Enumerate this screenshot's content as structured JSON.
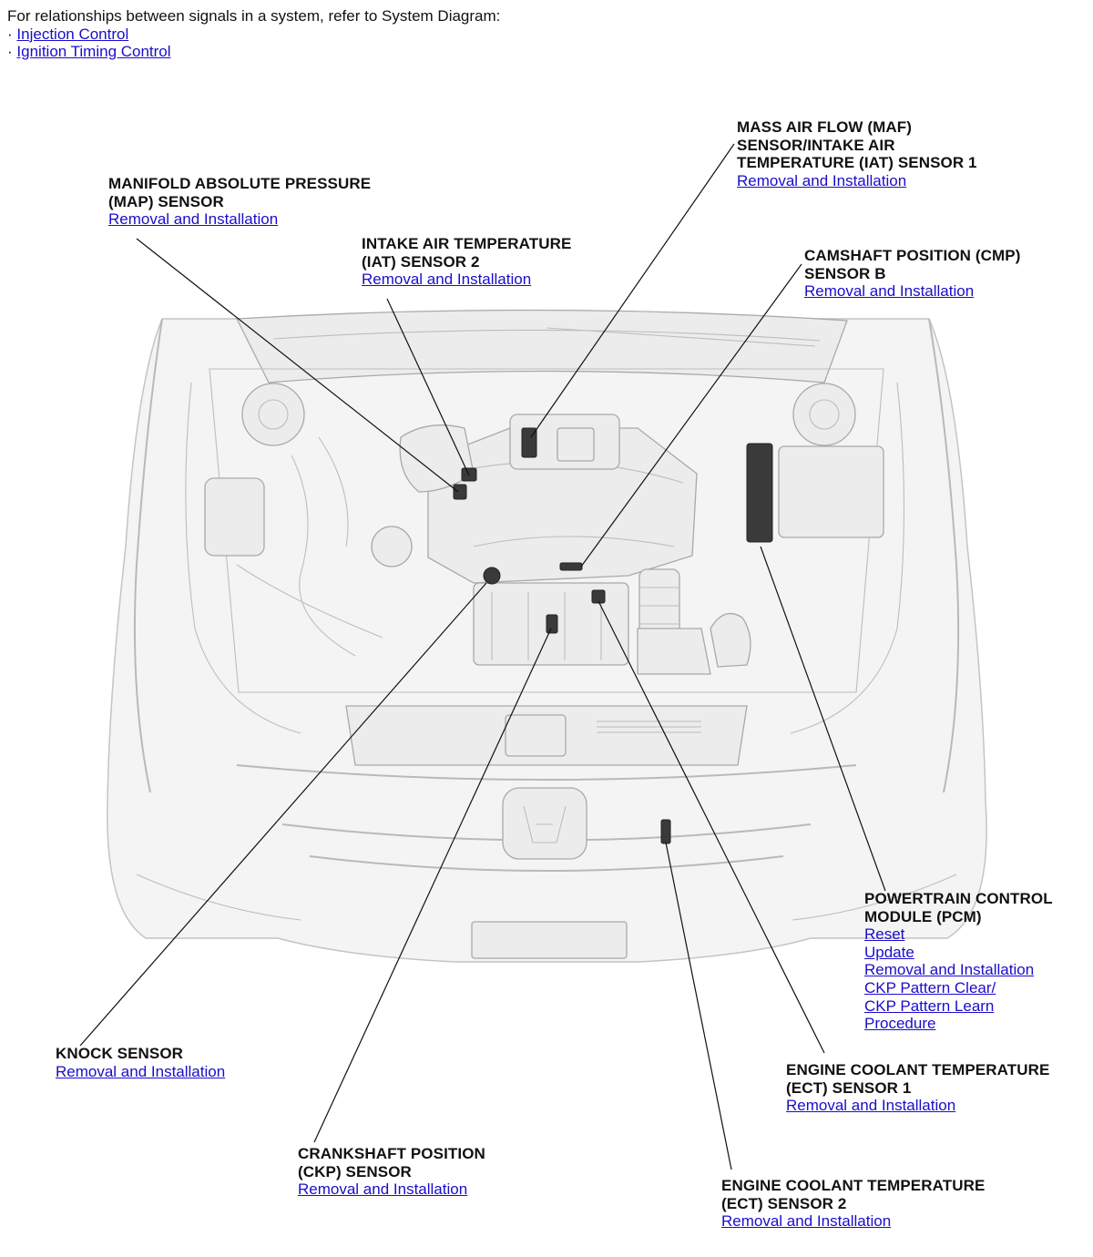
{
  "intro": {
    "text": "For relationships between signals in a system, refer to System Diagram:",
    "bullet": "·",
    "links": [
      "Injection Control",
      "Ignition Timing Control"
    ]
  },
  "callouts": {
    "map": {
      "title": [
        "MANIFOLD ABSOLUTE PRESSURE",
        "(MAP) SENSOR"
      ],
      "links": [
        "Removal and Installation"
      ]
    },
    "iat2": {
      "title": [
        "INTAKE AIR TEMPERATURE",
        "(IAT) SENSOR 2"
      ],
      "links": [
        "Removal and Installation"
      ]
    },
    "maf": {
      "title": [
        "MASS AIR FLOW (MAF)",
        "SENSOR/INTAKE AIR",
        "TEMPERATURE (IAT) SENSOR 1"
      ],
      "links": [
        "Removal and Installation"
      ]
    },
    "cmp": {
      "title": [
        "CAMSHAFT POSITION (CMP)",
        "SENSOR B"
      ],
      "links": [
        "Removal and Installation"
      ]
    },
    "pcm": {
      "title": [
        "POWERTRAIN CONTROL",
        "MODULE (PCM)"
      ],
      "links": [
        "Reset",
        "Update",
        "Removal and Installation",
        "CKP Pattern Clear/",
        "CKP Pattern Learn ",
        "Procedure"
      ]
    },
    "knock": {
      "title": [
        "KNOCK SENSOR"
      ],
      "links": [
        "Removal and Installation"
      ]
    },
    "ect1": {
      "title": [
        "ENGINE COOLANT TEMPERATURE",
        "(ECT) SENSOR 1"
      ],
      "links": [
        "Removal and Installation"
      ]
    },
    "ckp": {
      "title": [
        "CRANKSHAFT POSITION",
        "(CKP) SENSOR"
      ],
      "links": [
        "Removal and Installation"
      ]
    },
    "ect2": {
      "title": [
        "ENGINE COOLANT TEMPERATURE",
        "(ECT) SENSOR 2"
      ],
      "links": [
        "Removal and Installation"
      ]
    }
  }
}
